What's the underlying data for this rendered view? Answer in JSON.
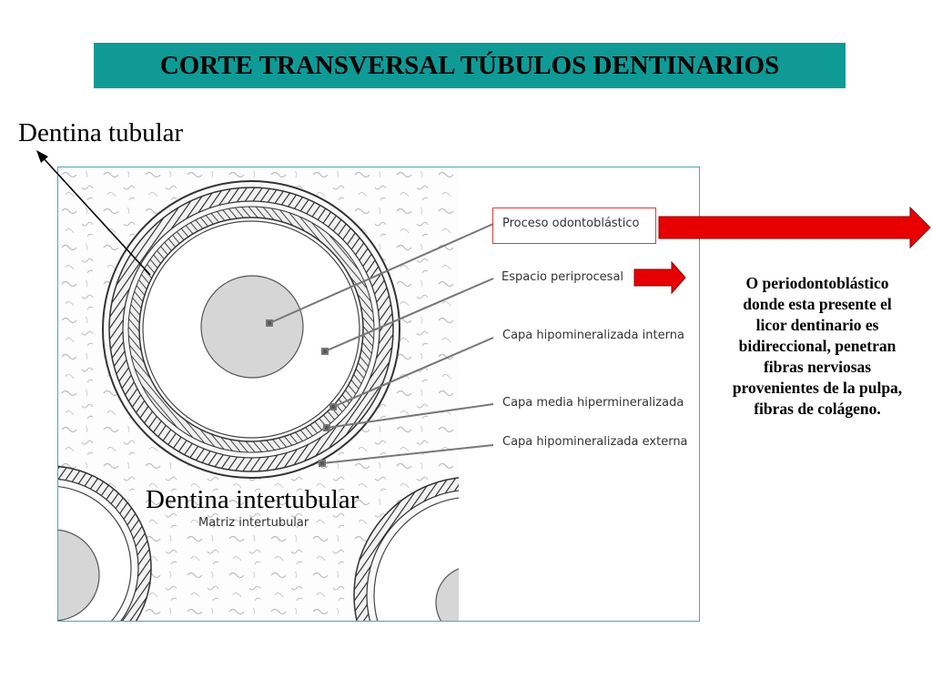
{
  "title": "CORTE TRANSVERSAL TÚBULOS DENTINARIOS",
  "labels": {
    "dentina_tubular": "Dentina tubular",
    "dentina_intertubular": "Dentina intertubular"
  },
  "figure_labels": {
    "proceso": "Proceso odontoblástico",
    "espacio": "Espacio periprocesal",
    "interna": "Capa hipomineralizada interna",
    "media": "Capa media hipermineralizada",
    "externa": "Capa hipomineralizada externa",
    "matriz": "Matriz intertubular"
  },
  "note_lines": [
    "O periodontoblástico",
    "donde esta presente el",
    "licor dentinario es",
    "bidireccional, penetran",
    "fibras nerviosas",
    "provenientes de la pulpa,",
    "fibras de colágeno."
  ],
  "colors": {
    "title_bg": "#0f9a96",
    "arrow_red": "#e80000",
    "highlight_box": "#e03a3a",
    "frame": "#4fa6b8"
  }
}
